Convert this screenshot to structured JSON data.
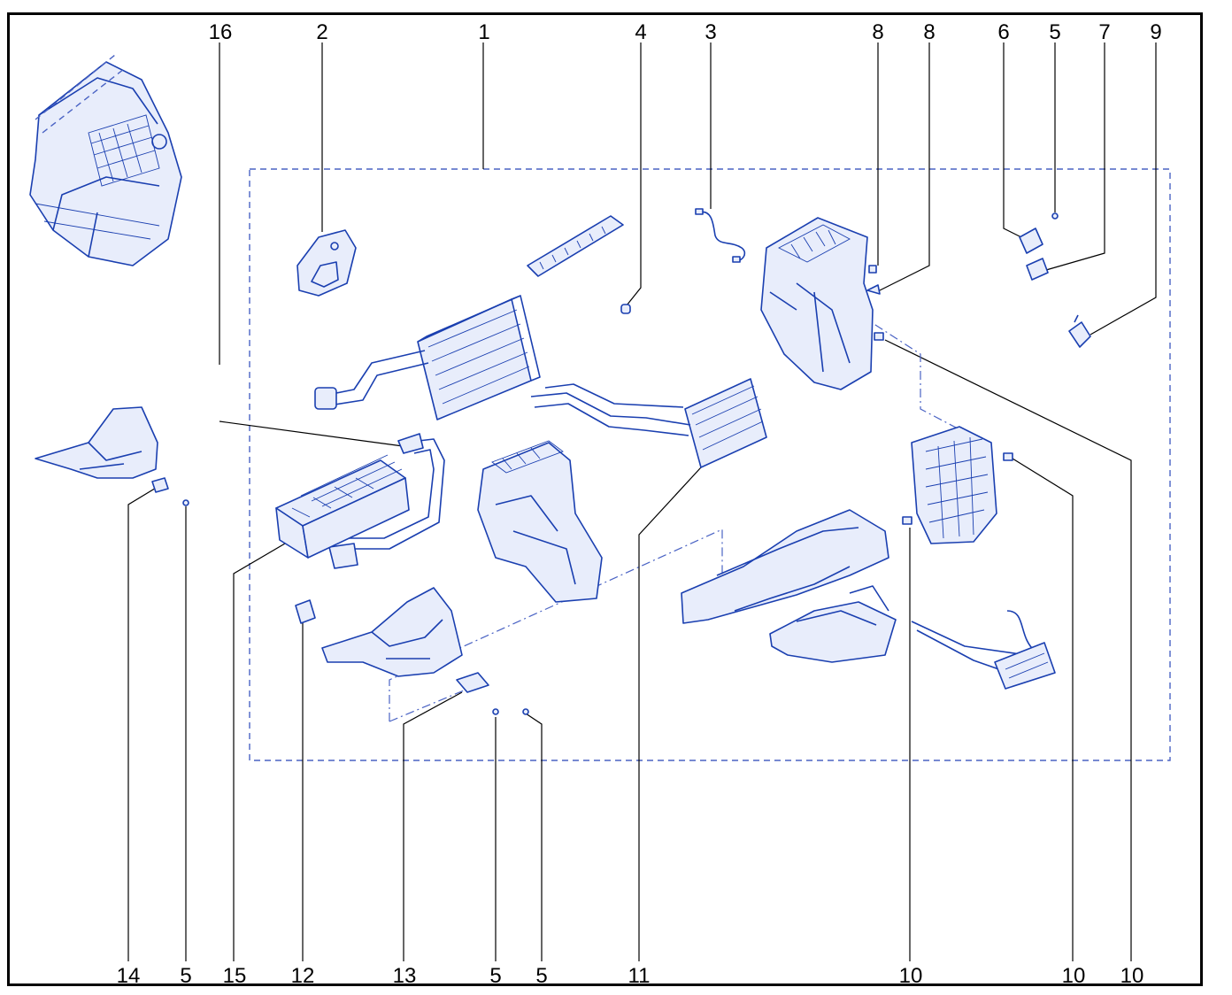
{
  "diagram": {
    "callouts_top": [
      "16",
      "2",
      "1",
      "4",
      "3",
      "8",
      "8",
      "6",
      "5",
      "7",
      "9"
    ],
    "callouts_bottom": [
      "14",
      "5",
      "15",
      "12",
      "13",
      "5",
      "5",
      "11",
      "10",
      "10",
      "10"
    ]
  },
  "colors": {
    "line_art": "#1a3fb0",
    "line_art_fill": "#e8edfb",
    "leader": "#000000",
    "assembly_outline": "#4a63c4"
  },
  "parts": [
    {
      "name": "hvac-assembly-overview",
      "icon": "hvac-unit-icon"
    },
    {
      "name": "seal-gasket",
      "icon": "gasket-icon"
    },
    {
      "name": "air-vent-grille",
      "icon": "grille-icon"
    },
    {
      "name": "wiring-harness",
      "icon": "harness-icon"
    },
    {
      "name": "evaporator-core",
      "icon": "evaporator-icon"
    },
    {
      "name": "heater-core",
      "icon": "heater-core-icon"
    },
    {
      "name": "pipe",
      "icon": "pipe-icon"
    },
    {
      "name": "hvac-housing",
      "icon": "housing-icon"
    },
    {
      "name": "blend-door-actuator",
      "icon": "actuator-icon"
    },
    {
      "name": "temperature-sensor",
      "icon": "sensor-icon"
    },
    {
      "name": "electric-heater",
      "icon": "heater-icon"
    },
    {
      "name": "air-duct",
      "icon": "duct-icon"
    },
    {
      "name": "flap-housing",
      "icon": "flap-housing-icon"
    },
    {
      "name": "air-distribution-housing",
      "icon": "housing-icon"
    },
    {
      "name": "control-cable-assembly",
      "icon": "cable-icon"
    },
    {
      "name": "motor-resistor",
      "icon": "resistor-icon"
    },
    {
      "name": "bracket",
      "icon": "bracket-icon"
    },
    {
      "name": "screw",
      "icon": "screw-icon"
    }
  ]
}
